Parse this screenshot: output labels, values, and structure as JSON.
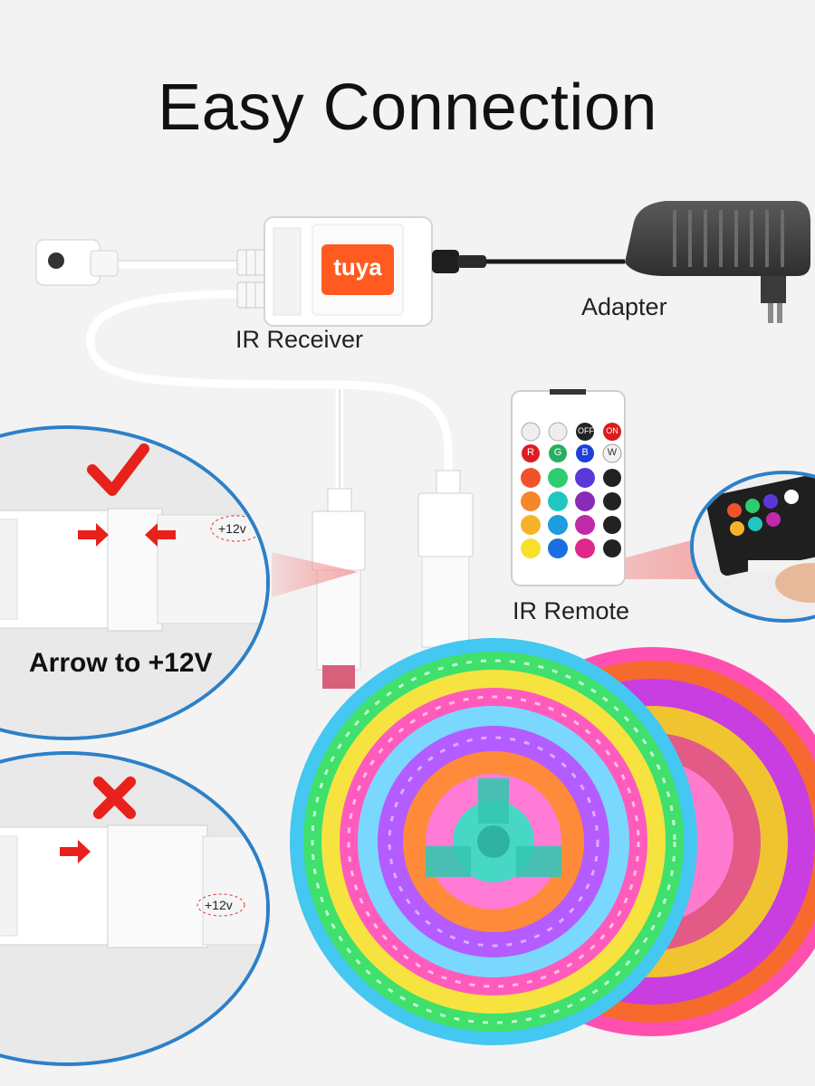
{
  "title": "Easy Connection",
  "labels": {
    "ir_receiver": "IR Receiver",
    "adapter": "Adapter",
    "ir_remote": "IR Remote",
    "arrow_caption": "Arrow to +12V",
    "plus_12v": "+12v",
    "brand": "tuya"
  },
  "remote_buttons": {
    "off": "OFF",
    "on": "ON",
    "r": "R",
    "g": "G",
    "b": "B",
    "w": "W"
  },
  "colors": {
    "brand_orange": "#ff5a1f",
    "circle_border": "#2c80c8",
    "check_red": "#e8211c",
    "arrow_red": "#e8211c"
  },
  "icons": {
    "correct": "check-mark-icon",
    "wrong": "x-mark-icon",
    "arrow": "right-arrow-icon"
  }
}
